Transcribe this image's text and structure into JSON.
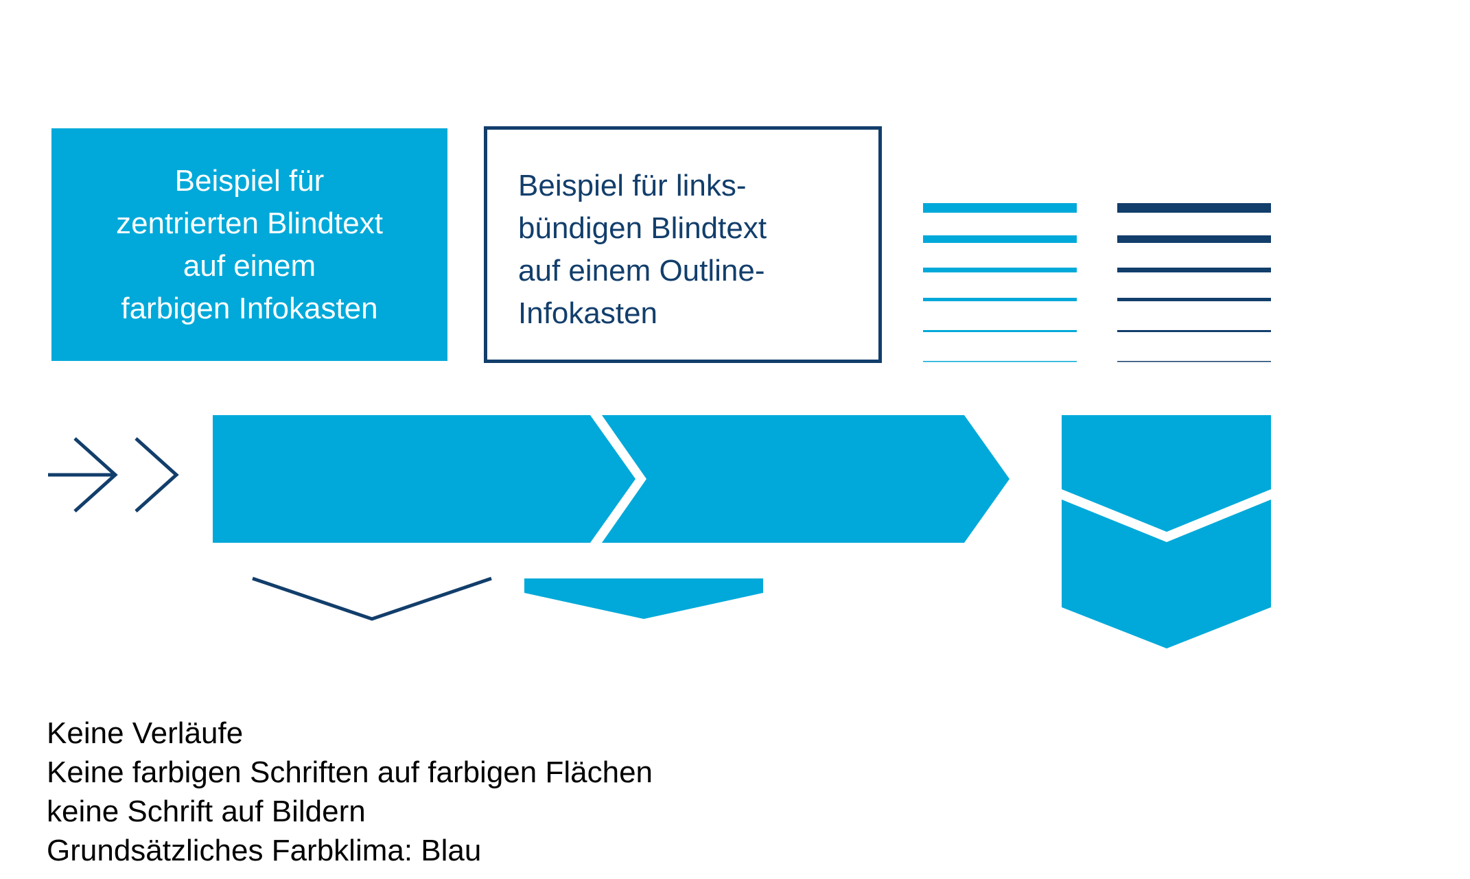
{
  "colors": {
    "light_blue": "#00a9d9",
    "dark_blue": "#123e6b",
    "text_black": "#000000"
  },
  "filled_box": {
    "lines": [
      "Beispiel für",
      "zentrierten Blindtext",
      "auf einem",
      "farbigen Infokasten"
    ]
  },
  "outline_box": {
    "lines": [
      "Beispiel für links-",
      "bündigen Blindtext",
      "auf einem Outline-",
      "Infokasten"
    ]
  },
  "notes": [
    "Keine Verläufe",
    "Keine farbigen Schriften auf farbigen Flächen",
    "keine Schrift auf Bildern",
    "Grundsätzliches Farbklima: Blau"
  ]
}
